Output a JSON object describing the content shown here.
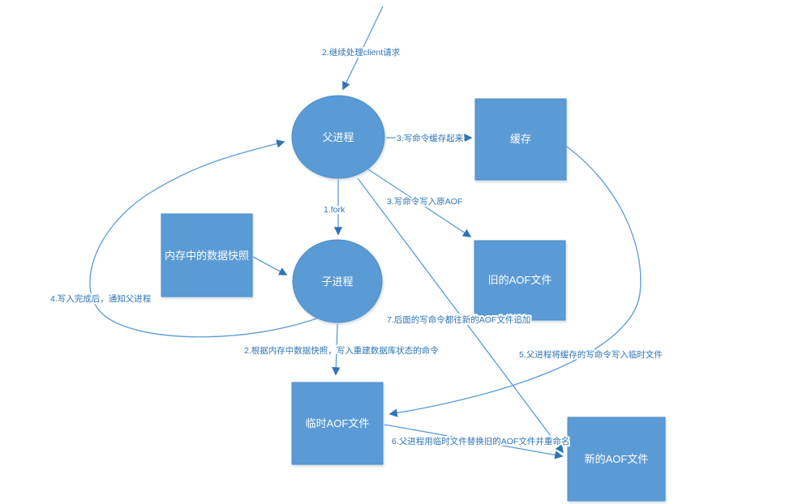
{
  "diagram": {
    "kind": "flowchart",
    "colors": {
      "node_fill": "#5b9bd5",
      "node_border": "#4b8cc8",
      "connector": "#5b9bd5",
      "arrowhead": "#2e75b6",
      "label_text": "#2e75b6",
      "background": "#ffffff"
    },
    "nodes": [
      {
        "id": "parent-process",
        "shape": "ellipse",
        "label": "父进程"
      },
      {
        "id": "cache",
        "shape": "rect",
        "label": "缓存"
      },
      {
        "id": "memory-snapshot",
        "shape": "rect",
        "label": "内存中的数据快照"
      },
      {
        "id": "child-process",
        "shape": "ellipse",
        "label": "子进程"
      },
      {
        "id": "old-aof-file",
        "shape": "rect",
        "label": "旧的AOF文件"
      },
      {
        "id": "temp-aof-file",
        "shape": "rect",
        "label": "临时AOF文件"
      },
      {
        "id": "new-aof-file",
        "shape": "rect",
        "label": "新的AOF文件"
      }
    ],
    "edges": [
      {
        "id": "client-requests",
        "from": "client",
        "to": "parent-process",
        "label": "2.继续处理client请求"
      },
      {
        "id": "cache-write-commands",
        "from": "parent-process",
        "to": "cache",
        "label": "3.写命令缓存起来"
      },
      {
        "id": "fork",
        "from": "parent-process",
        "to": "child-process",
        "label": "1.fork"
      },
      {
        "id": "write-original-aof",
        "from": "parent-process",
        "to": "old-aof-file",
        "label": "3.写命令写入原AOF"
      },
      {
        "id": "notify-parent",
        "from": "child-process",
        "to": "parent-process",
        "label": "4.写入完成后，通知父进程"
      },
      {
        "id": "rebuild-db-commands",
        "from": "child-process",
        "to": "temp-aof-file",
        "label": "2.根据内存中数据快照，写入重建数据库状态的命令"
      },
      {
        "id": "snapshot-to-child",
        "from": "memory-snapshot",
        "to": "child-process",
        "label": ""
      },
      {
        "id": "write-cached-to-temp",
        "from": "cache",
        "to": "temp-aof-file",
        "label": "5.父进程将缓存的写命令写入临时文件"
      },
      {
        "id": "replace-and-rename",
        "from": "temp-aof-file",
        "to": "new-aof-file",
        "label": "6.父进程用临时文件替换旧的AOF文件并重命名"
      },
      {
        "id": "append-to-new-aof",
        "from": "parent-process",
        "to": "new-aof-file",
        "label": "7.后面的写命令都往新的AOF文件追加"
      }
    ]
  }
}
